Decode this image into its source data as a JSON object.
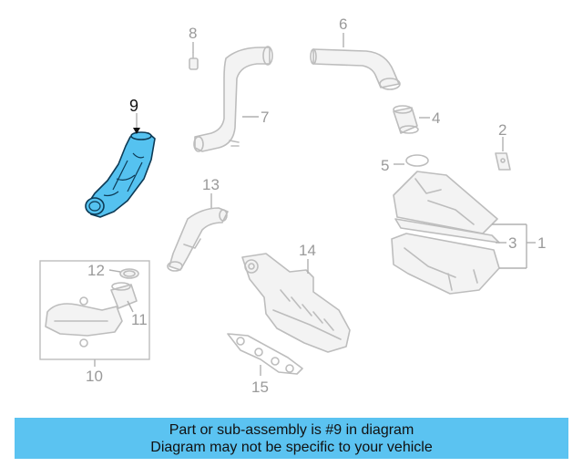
{
  "diagram": {
    "callouts": {
      "c1": "1",
      "c2": "2",
      "c3": "3",
      "c4": "4",
      "c5": "5",
      "c6": "6",
      "c7": "7",
      "c8": "8",
      "c9": "9",
      "c10": "10",
      "c11": "11",
      "c12": "12",
      "c13": "13",
      "c14": "14",
      "c15": "15"
    },
    "highlighted_part": "9",
    "highlight_color": "#55c2f0",
    "outline_color": "#bdbdbd"
  },
  "notice": {
    "line1": "Part or sub-assembly is #9 in diagram",
    "line2": "Diagram may not be specific to your vehicle",
    "background": "#5bc3f1"
  }
}
